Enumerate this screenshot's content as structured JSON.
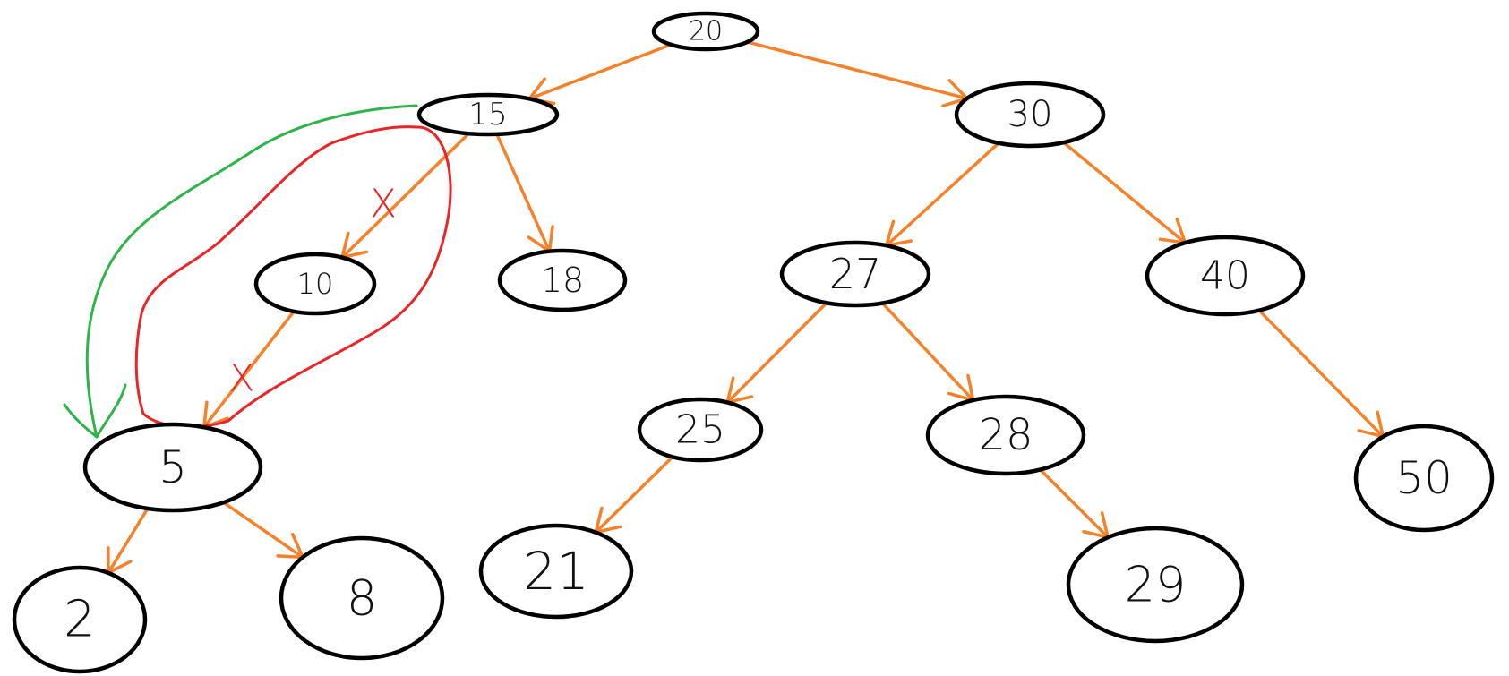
{
  "diagram": {
    "type": "binary-search-tree",
    "nodes": [
      {
        "id": "n20",
        "label": "20"
      },
      {
        "id": "n15",
        "label": "15"
      },
      {
        "id": "n30",
        "label": "30"
      },
      {
        "id": "n10",
        "label": "10"
      },
      {
        "id": "n18",
        "label": "18"
      },
      {
        "id": "n27",
        "label": "27"
      },
      {
        "id": "n40",
        "label": "40"
      },
      {
        "id": "n5",
        "label": "5"
      },
      {
        "id": "n25",
        "label": "25"
      },
      {
        "id": "n28",
        "label": "28"
      },
      {
        "id": "n50",
        "label": "50"
      },
      {
        "id": "n2",
        "label": "2"
      },
      {
        "id": "n8",
        "label": "8"
      },
      {
        "id": "n21",
        "label": "21"
      },
      {
        "id": "n29",
        "label": "29"
      }
    ],
    "edges": [
      {
        "from": "n20",
        "to": "n15"
      },
      {
        "from": "n20",
        "to": "n30"
      },
      {
        "from": "n15",
        "to": "n10",
        "crossed": true
      },
      {
        "from": "n15",
        "to": "n18"
      },
      {
        "from": "n10",
        "to": "n5",
        "crossed": true
      },
      {
        "from": "n30",
        "to": "n27"
      },
      {
        "from": "n30",
        "to": "n40"
      },
      {
        "from": "n27",
        "to": "n25"
      },
      {
        "from": "n27",
        "to": "n28"
      },
      {
        "from": "n40",
        "to": "n50"
      },
      {
        "from": "n5",
        "to": "n2"
      },
      {
        "from": "n5",
        "to": "n8"
      },
      {
        "from": "n25",
        "to": "n21"
      },
      {
        "from": "n28",
        "to": "n29"
      }
    ],
    "annotations": {
      "crossed_marks": [
        "X",
        "X"
      ],
      "removed_region": "n10",
      "new_link": {
        "from": "n15",
        "to": "n5"
      }
    },
    "colors": {
      "edge": "#f5822a",
      "removed": "#e8262a",
      "new_link": "#2fb34a",
      "node_outline": "#000000"
    }
  }
}
